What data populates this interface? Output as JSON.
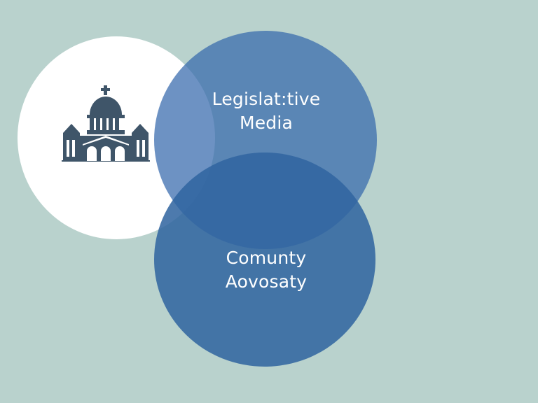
{
  "diagram": {
    "type": "venn",
    "background_color": "#b9d2cd",
    "circles": [
      {
        "id": "government",
        "icon": "capitol-building-icon",
        "fill": "#ffffff",
        "icon_color": "#3f5569"
      },
      {
        "id": "legislative-media",
        "label_lines": [
          "Legislat:tive",
          "Media"
        ],
        "fill": "#3468ac"
      },
      {
        "id": "community-advocacy",
        "label_lines": [
          "Comunty",
          "Aovosaty"
        ],
        "fill": "#3064a0"
      }
    ]
  }
}
